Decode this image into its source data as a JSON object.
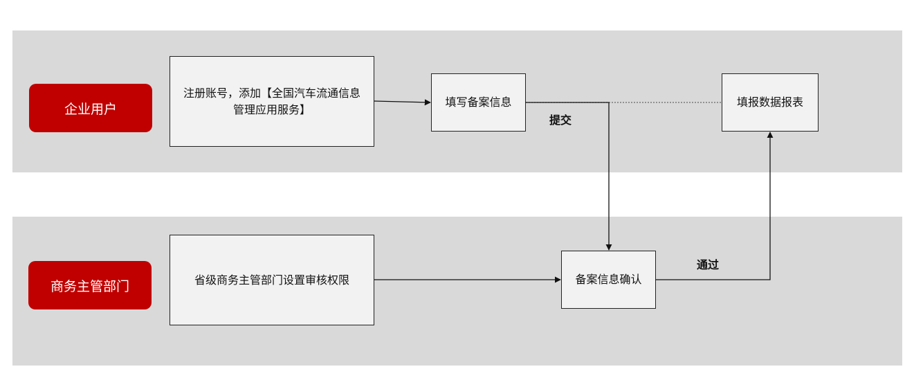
{
  "lanes": {
    "enterprise": {
      "label": "企业用户"
    },
    "commerce": {
      "label": "商务主管部门"
    }
  },
  "nodes": {
    "register": "注册账号，添加【全国汽车流通信息管理应用服务】",
    "fill_info": "填写备案信息",
    "report": "填报数据报表",
    "set_permission": "省级商务主管部门设置审核权限",
    "confirm": "备案信息确认"
  },
  "edges": {
    "submit": "提交",
    "pass": "通过"
  },
  "colors": {
    "lane_bg": "#d9d9d9",
    "actor_bg": "#c00000",
    "box_bg": "#f2f2f2"
  }
}
